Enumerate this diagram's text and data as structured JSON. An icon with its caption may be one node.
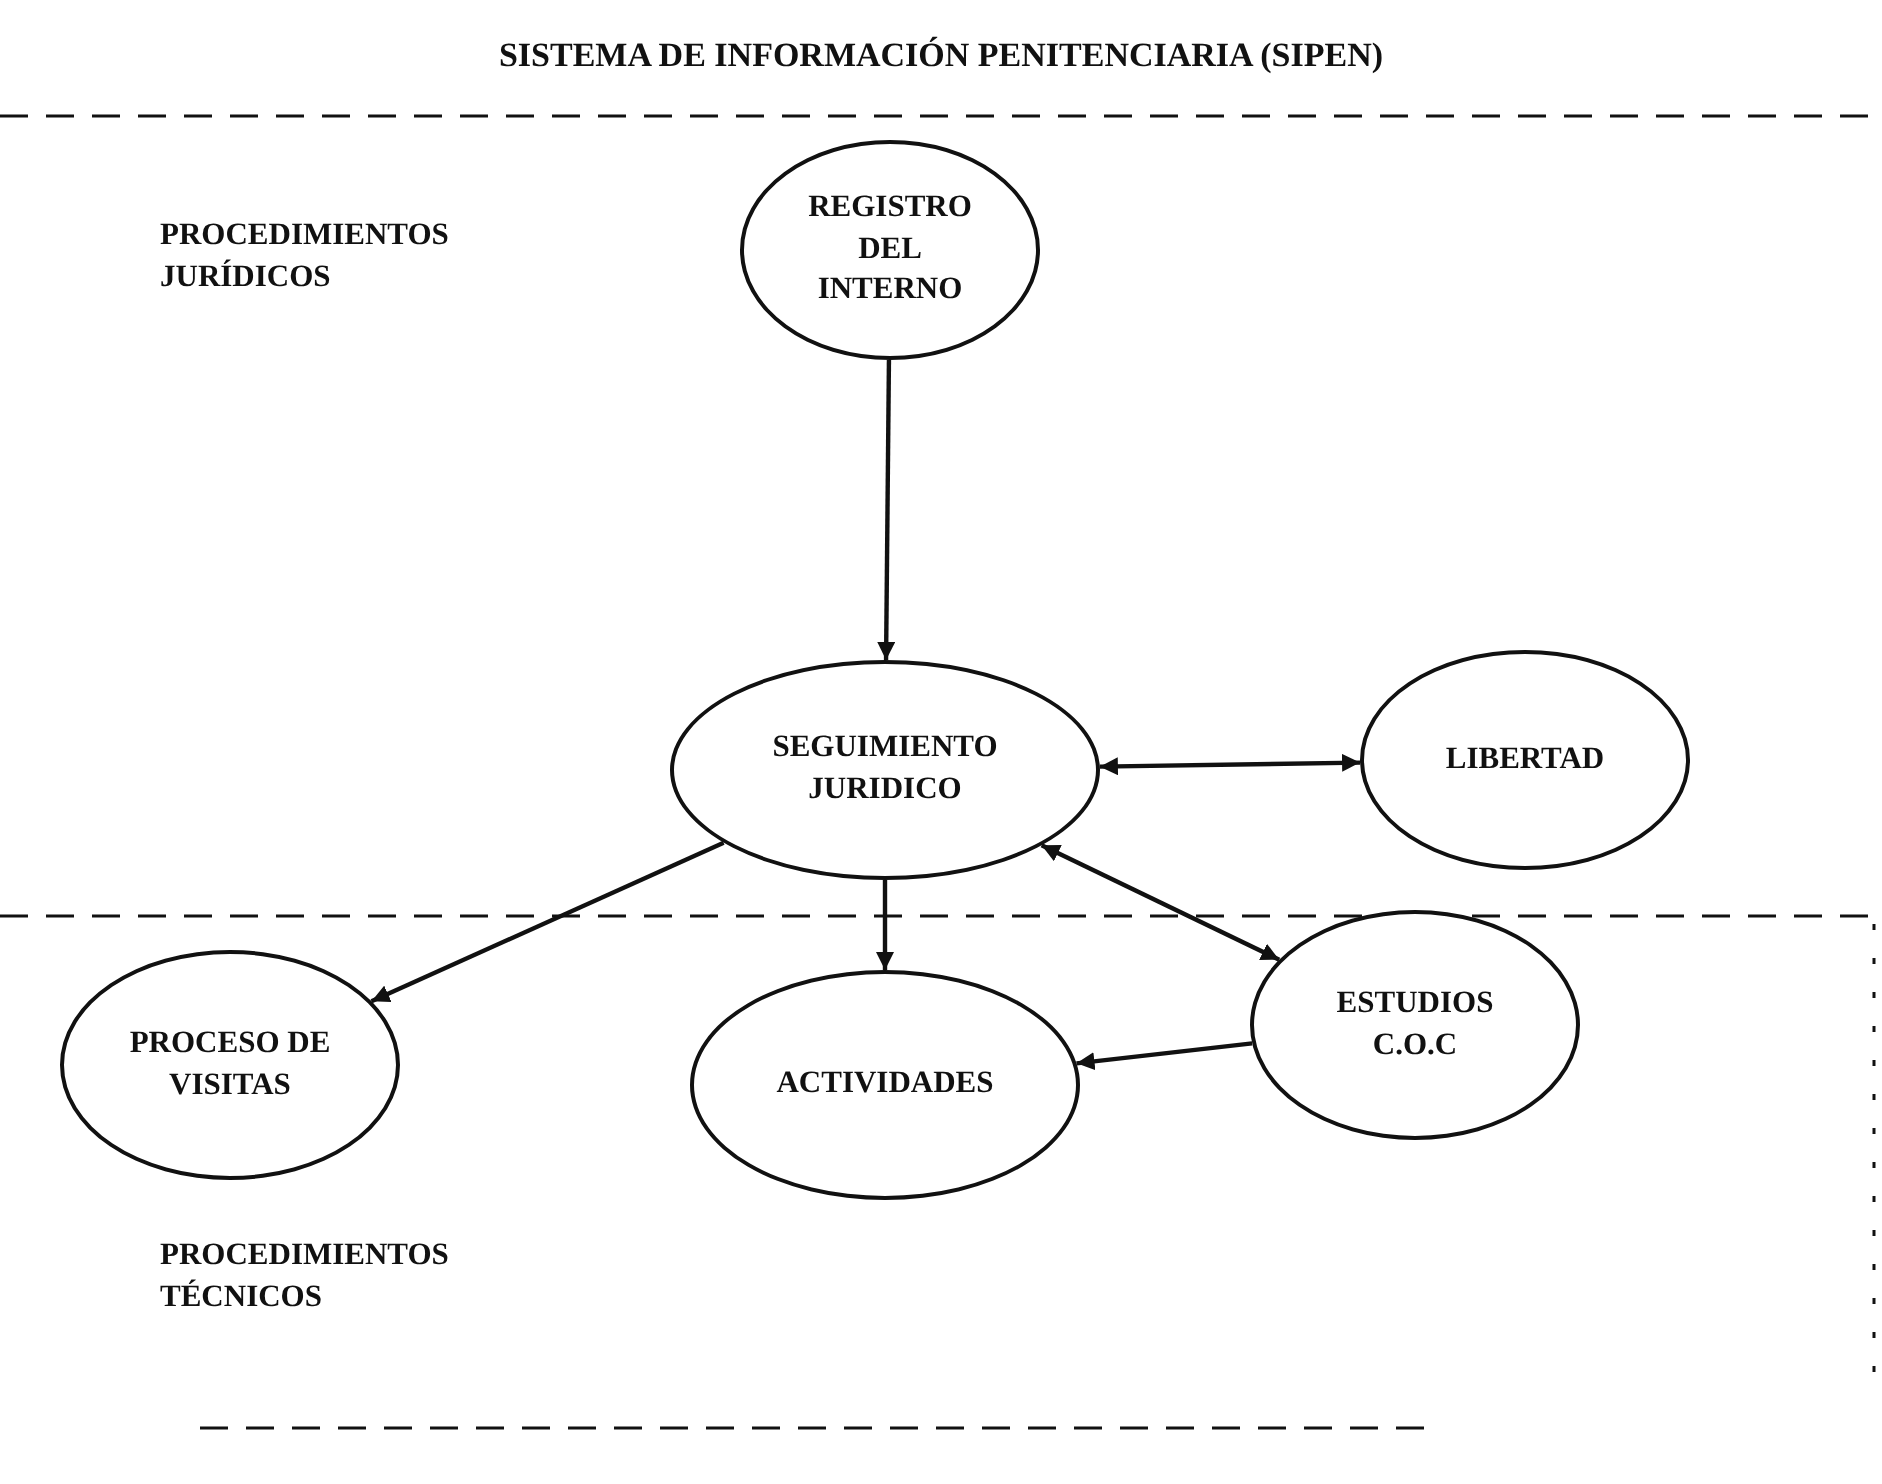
{
  "diagram": {
    "title": "SISTEMA DE INFORMACIÓN PENITENCIARIA (SIPEN)",
    "nodes": [
      {
        "text": [
          "REGISTRO DEL INTERNO"
        ]
      },
      {
        "text": [
          "SEGUIMIENTO JURIDICO"
        ]
      },
      {
        "text": [
          "LIBERTAD"
        ]
      },
      {
        "text": [
          "PROCESO DE VISITAS"
        ]
      },
      {
        "text": [
          "ACTIVIDADES"
        ]
      },
      {
        "text": [
          "ESTUDIOS C.O.C"
        ]
      }
    ],
    "edges": [
      {
        "from": 0,
        "to": 1,
        "arrow": "to"
      },
      {
        "from": 1,
        "to": 2,
        "arrow": "both"
      },
      {
        "from": 1,
        "to": 3,
        "arrow": "to"
      },
      {
        "from": 1,
        "to": 4,
        "arrow": "to"
      },
      {
        "from": 1,
        "to": 5,
        "arrow": "both"
      },
      {
        "from": 5,
        "to": 4,
        "arrow": "to"
      }
    ],
    "labels": [
      "PROCEDIMIENTOS JURÍDICOS",
      "PROCEDIMIENTOS TÉCNICOS"
    ]
  }
}
